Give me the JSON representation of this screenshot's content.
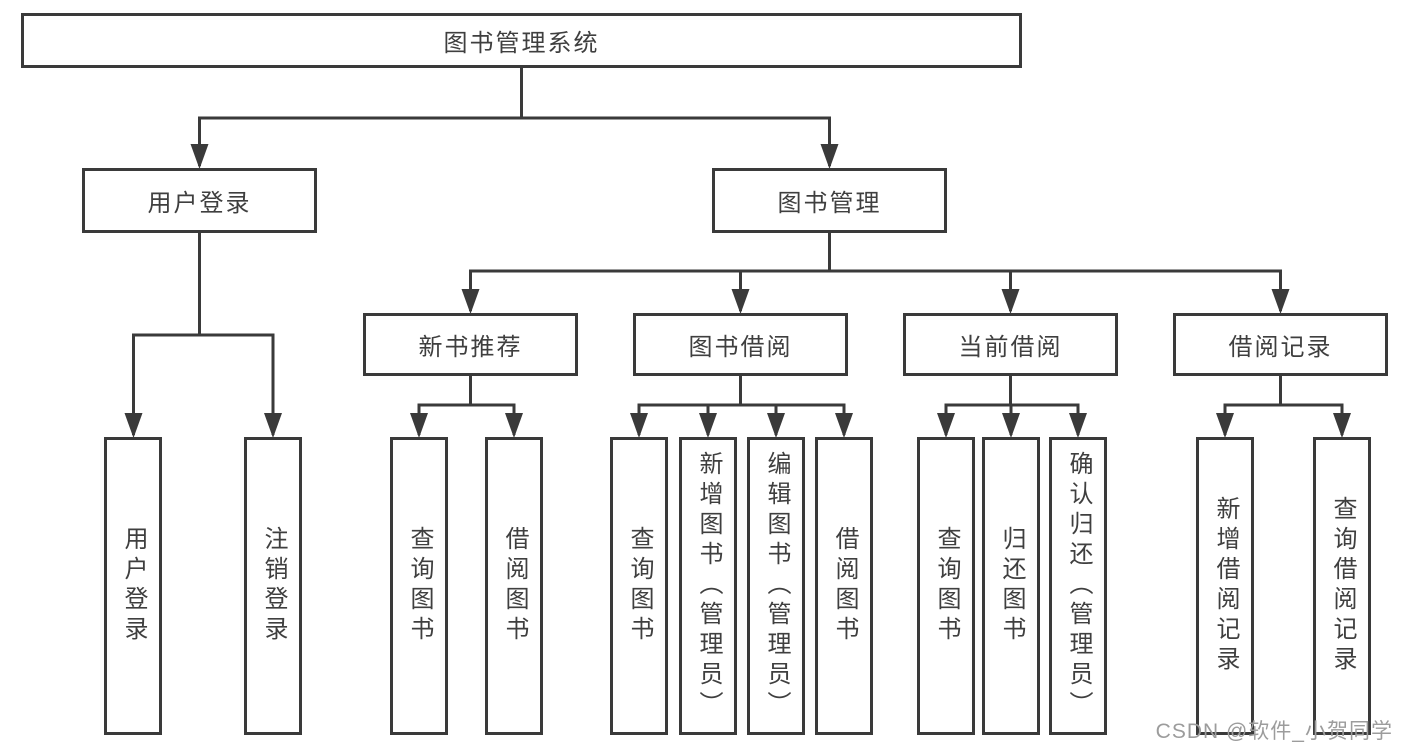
{
  "colors": {
    "line": "#3a3a3a",
    "text": "#3f3f3f",
    "watermark": "#9c9c9c",
    "background": "#ffffff"
  },
  "watermark": {
    "text": "CSDN @软件_小贺同学"
  },
  "tree": {
    "label": "图书管理系统",
    "children": [
      {
        "label": "用户登录",
        "children": [
          {
            "label": "用户登录"
          },
          {
            "label": "注销登录"
          }
        ]
      },
      {
        "label": "图书管理",
        "children": [
          {
            "label": "新书推荐",
            "children": [
              {
                "label": "查询图书"
              },
              {
                "label": "借阅图书"
              }
            ]
          },
          {
            "label": "图书借阅",
            "children": [
              {
                "label": "查询图书"
              },
              {
                "label": "新增图书（管理员）"
              },
              {
                "label": "编辑图书（管理员）"
              },
              {
                "label": "借阅图书"
              }
            ]
          },
          {
            "label": "当前借阅",
            "children": [
              {
                "label": "查询图书"
              },
              {
                "label": "归还图书"
              },
              {
                "label": "确认归还（管理员）"
              }
            ]
          },
          {
            "label": "借阅记录",
            "children": [
              {
                "label": "新增借阅记录"
              },
              {
                "label": "查询借阅记录"
              }
            ]
          }
        ]
      }
    ]
  }
}
